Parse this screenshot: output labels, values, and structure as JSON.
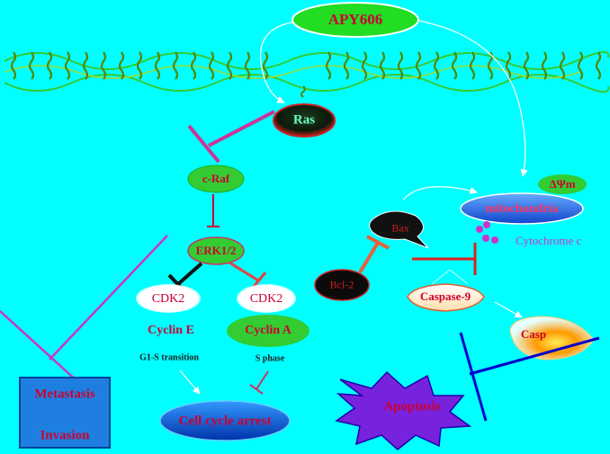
{
  "colors": {
    "background": "#00FFFF",
    "green_node": "#33CC33",
    "red_text": "#CC0033",
    "magenta": "#CC3399",
    "blue": "#0000CC",
    "orange_inhibit": "#E8603C"
  },
  "nodes": {
    "apy606": "APY606",
    "ras": "Ras",
    "craf": "c-Raf",
    "erk": "ERK1/2",
    "cdk2_left": "CDK2",
    "cdk2_right": "CDK2",
    "cyclin_e": "Cyclin E",
    "cyclin_a": "Cyclin A",
    "g1s": "G1-S transition",
    "sphase": "S phase",
    "cell_cycle_arrest": "Cell cycle arrest",
    "bax": "Bax",
    "bcl2": "Bcl-2",
    "caspase9": "Caspase-9",
    "casp3": "Casp",
    "mitochondria": "mitochondria",
    "delta_psi": "ΔΨm",
    "cytochrome": "Cytochrome c",
    "apoptosis": "Apoptosis",
    "metastasis": "Metastasis",
    "invasion": "Invasion"
  }
}
